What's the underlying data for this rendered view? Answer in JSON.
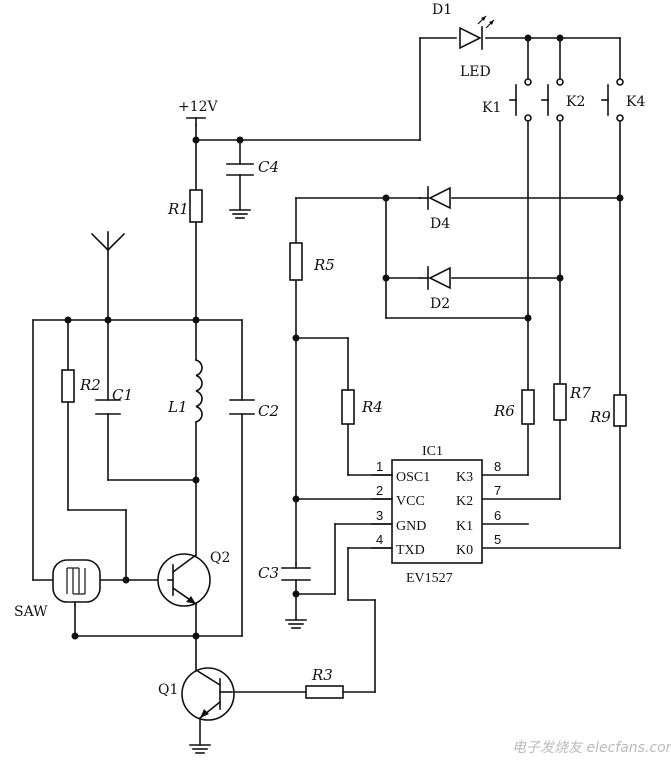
{
  "supply": {
    "label": "+12V"
  },
  "components": {
    "d1": "D1",
    "led": "LED",
    "k1": "K1",
    "k2": "K2",
    "k4": "K4",
    "c4": "C4",
    "r1": "R1",
    "r5": "R5",
    "d4": "D4",
    "d2": "D2",
    "r2": "R2",
    "c1": "C1",
    "l1": "L1",
    "c2": "C2",
    "r4": "R4",
    "r6": "R6",
    "r7": "R7",
    "r9": "R9",
    "c3": "C3",
    "q2": "Q2",
    "q1": "Q1",
    "saw": "SAW",
    "r3": "R3"
  },
  "ic": {
    "name": "IC1",
    "part": "EV1527",
    "left_pins": [
      {
        "num": "1",
        "name": "OSC1"
      },
      {
        "num": "2",
        "name": "VCC"
      },
      {
        "num": "3",
        "name": "GND"
      },
      {
        "num": "4",
        "name": "TXD"
      }
    ],
    "right_pins": [
      {
        "num": "8",
        "name": "K3"
      },
      {
        "num": "7",
        "name": "K2"
      },
      {
        "num": "6",
        "name": "K1"
      },
      {
        "num": "5",
        "name": "K0"
      }
    ]
  },
  "watermark": "电子发烧友 elecfans.com"
}
